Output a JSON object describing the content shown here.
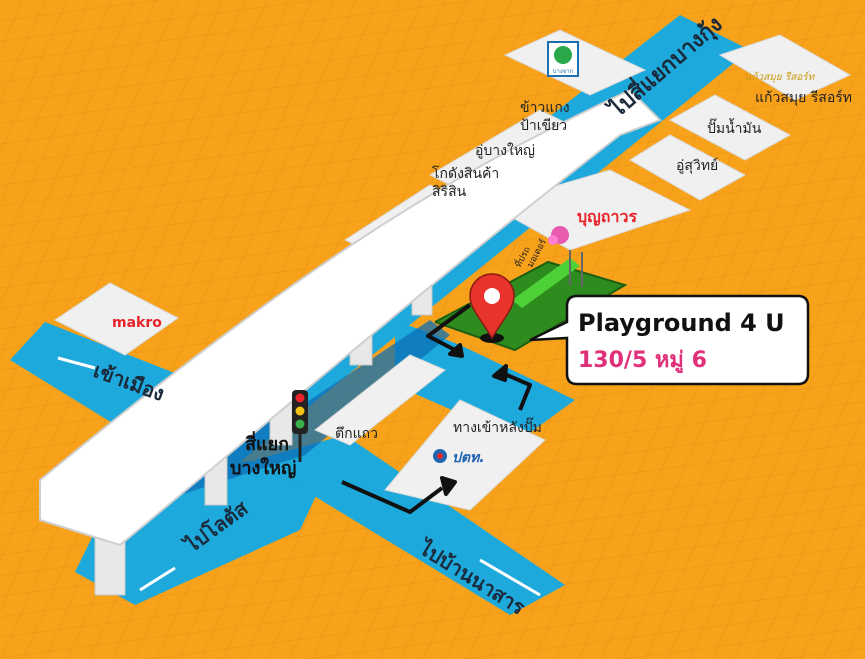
{
  "roads": {
    "to_bang_kung": "ไปสี่แยกบางกุ้ง",
    "into_city": "เข้าเมือง",
    "to_lotus": "ไปโลตัส",
    "to_ban_na_san": "ไปบ้านนาสาร"
  },
  "intersection": {
    "line1": "สี่แยก",
    "line2": "บางใหญ่"
  },
  "landmarks": {
    "makro": "makro",
    "bangchak_logo_text": "บางจาก",
    "kaew_samui_logo_text": "แก้วสมุย รีสอร์ท",
    "kaew_samui": "แก้วสมุย รีสอร์ท",
    "kao_kaeng_line1": "ข้าวแกง",
    "kao_kaeng_line2": "ป้าเขียว",
    "u_bang_yai": "อู่บางใหญ่",
    "warehouse_line1": "โกดังสินค้า",
    "warehouse_line2": "สิริสิน",
    "pump": "ปั๊มน้ำมัน",
    "u_surawit": "อู่สุวิทย์",
    "bunthaworn": "บุญถาวร",
    "bike_rack_line1": "ที่ปรถ",
    "bike_rack_line2": "มอเตอร์",
    "row_buildings": "ตึกแถว",
    "back_entrance": "ทางเข้าหลังปั๊ม",
    "ptt": "ปตท."
  },
  "callout": {
    "title": "Playground 4 U",
    "address": "130/5 หมู่ 6"
  },
  "colors": {
    "background": "#f7a21a",
    "road": "#1ea9dc",
    "road_edge": "#0b6fb5",
    "building": "#f0f0f0",
    "playground": "#2e8b1e",
    "pin": "#e8342b",
    "address": "#e0307a",
    "bunthaworn": "#e8232a"
  },
  "icons": [
    "location-pin-icon",
    "traffic-light-icon",
    "direction-arrow-icon",
    "bangchak-logo-icon",
    "ptt-logo-icon",
    "slide-icon"
  ]
}
